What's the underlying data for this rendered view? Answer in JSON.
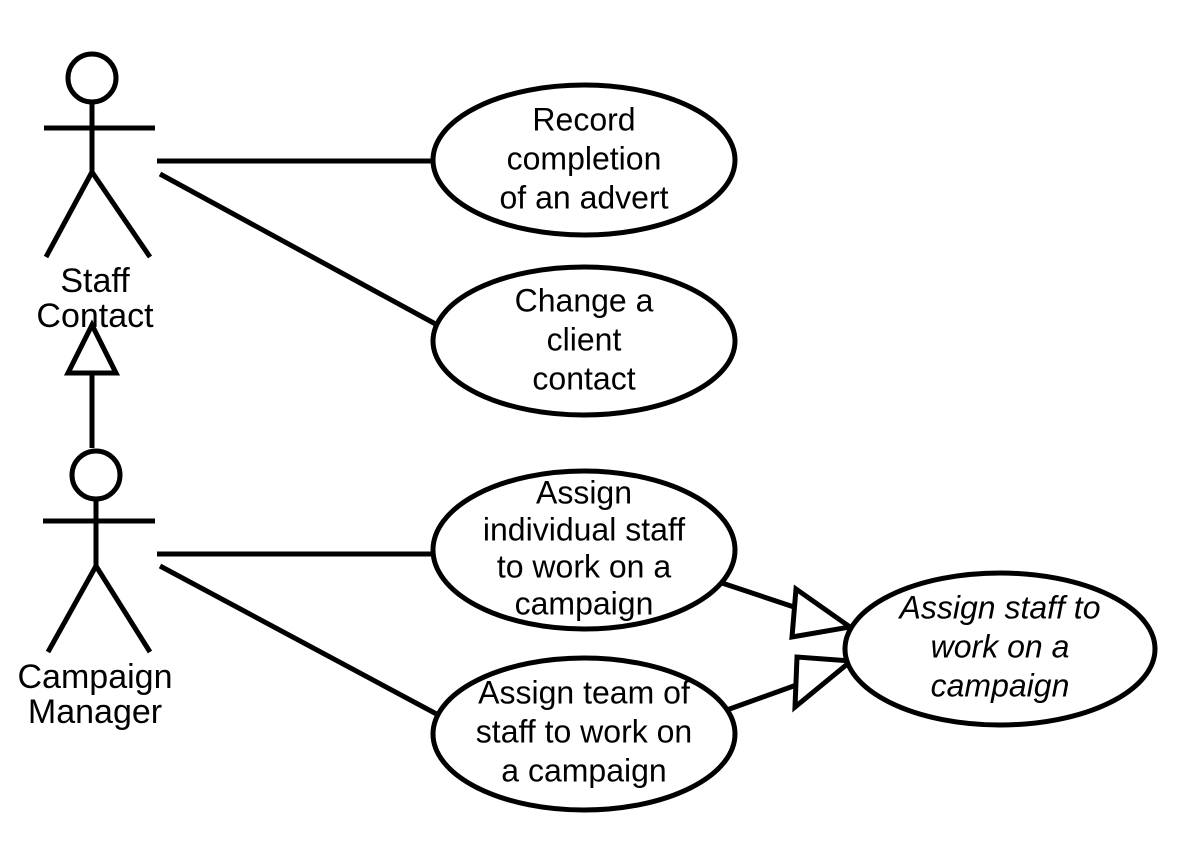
{
  "diagram": {
    "type": "uml-use-case-diagram",
    "background_color": "#ffffff",
    "line_color": "#000000",
    "actors": [
      {
        "id": "staff-contact",
        "name_lines": [
          "Staff",
          "Contact"
        ],
        "label_line_1": "Staff",
        "label_line_2": "Contact"
      },
      {
        "id": "campaign-manager",
        "name_lines": [
          "Campaign",
          "Manager"
        ],
        "label_line_1": "Campaign",
        "label_line_2": "Manager"
      }
    ],
    "use_cases": [
      {
        "id": "record-completion-of-an-advert",
        "abstract": false,
        "lines": [
          "Record",
          "completion",
          "of an advert"
        ],
        "line_1": "Record",
        "line_2": "completion",
        "line_3": "of an advert"
      },
      {
        "id": "change-a-client-contact",
        "abstract": false,
        "lines": [
          "Change a",
          "client",
          "contact"
        ],
        "line_1": "Change a",
        "line_2": "client",
        "line_3": "contact"
      },
      {
        "id": "assign-individual-staff-to-work-on-a-campaign",
        "abstract": false,
        "lines": [
          "Assign",
          "individual staff",
          "to work on a",
          "campaign"
        ],
        "line_1": "Assign",
        "line_2": "individual staff",
        "line_3": "to work on a",
        "line_4": "campaign"
      },
      {
        "id": "assign-team-of-staff-to-work-on-a-campaign",
        "abstract": false,
        "lines": [
          "Assign team of",
          "staff to work on",
          "a campaign"
        ],
        "line_1": "Assign team of",
        "line_2": "staff to work on",
        "line_3": "a campaign"
      },
      {
        "id": "assign-staff-to-work-on-a-campaign",
        "abstract": true,
        "lines": [
          "Assign staff to",
          "work on a",
          "campaign"
        ],
        "line_1": "Assign staff to",
        "line_2": "work on a",
        "line_3": "campaign"
      }
    ],
    "relationships": [
      {
        "id": "assoc-staff-contact-record-completion",
        "kind": "association",
        "from": "staff-contact",
        "to": "record-completion-of-an-advert"
      },
      {
        "id": "assoc-staff-contact-change-client-contact",
        "kind": "association",
        "from": "staff-contact",
        "to": "change-a-client-contact"
      },
      {
        "id": "assoc-campaign-manager-assign-individual",
        "kind": "association",
        "from": "campaign-manager",
        "to": "assign-individual-staff-to-work-on-a-campaign"
      },
      {
        "id": "assoc-campaign-manager-assign-team",
        "kind": "association",
        "from": "campaign-manager",
        "to": "assign-team-of-staff-to-work-on-a-campaign"
      },
      {
        "id": "gen-campaign-manager-staff-contact",
        "kind": "generalization",
        "from": "campaign-manager",
        "to": "staff-contact"
      },
      {
        "id": "gen-assign-individual-assign-staff",
        "kind": "generalization",
        "from": "assign-individual-staff-to-work-on-a-campaign",
        "to": "assign-staff-to-work-on-a-campaign"
      },
      {
        "id": "gen-assign-team-assign-staff",
        "kind": "generalization",
        "from": "assign-team-of-staff-to-work-on-a-campaign",
        "to": "assign-staff-to-work-on-a-campaign"
      }
    ]
  }
}
